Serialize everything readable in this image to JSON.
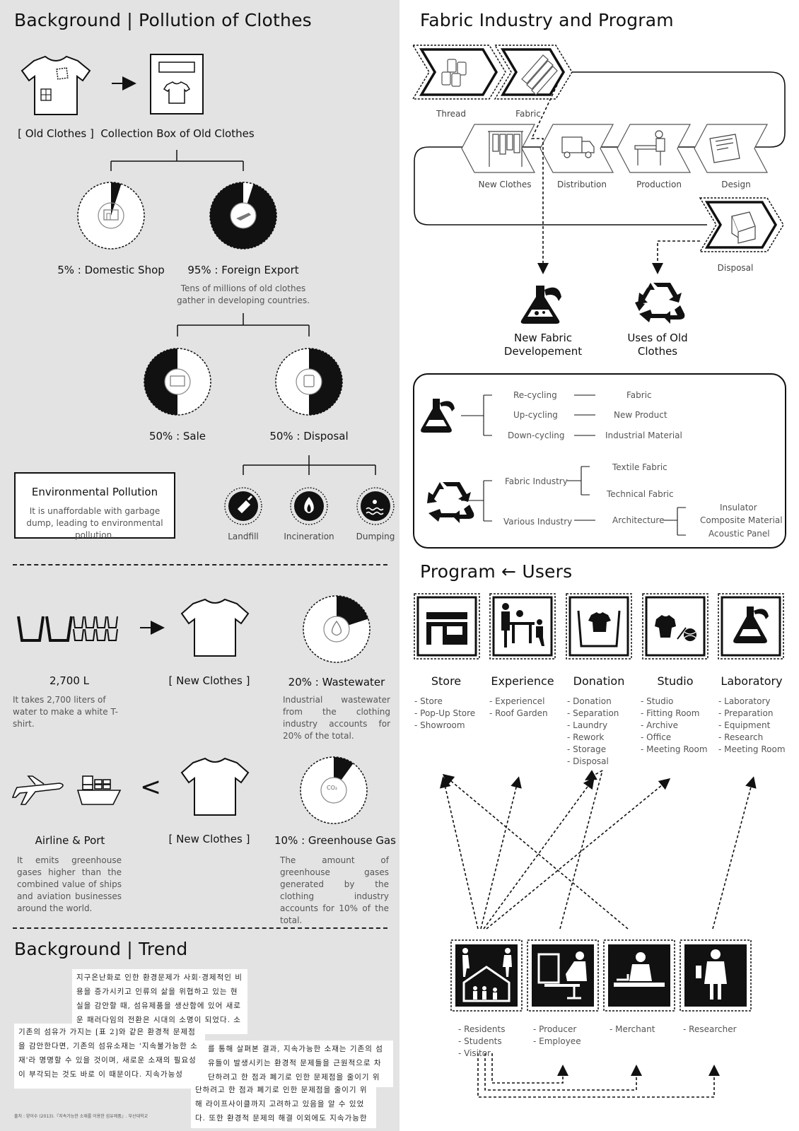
{
  "left": {
    "title": "Background | Pollution of Clothes",
    "old_clothes": "[ Old Clothes ]",
    "collection_box": "Collection Box of Old Clothes",
    "domestic": "5% : Domestic Shop",
    "export": "95% : Foreign Export",
    "export_desc": "Tens of millions of old clothes gather in developing countries.",
    "sale": "50% : Sale",
    "disposal": "50% : Disposal",
    "env_title": "Environmental Pollution",
    "env_desc": "It is unaffordable with garbage dump, leading to environmental pollution.",
    "landfill": "Landfill",
    "incineration": "Incineration",
    "dumping": "Dumping",
    "water_amount": "2,700 L",
    "water_desc": "It takes 2,700 liters of water to make a white T-shirt.",
    "new_clothes": "[ New Clothes ]",
    "wastewater": "20% : Wastewater",
    "wastewater_desc": "Industrial wastewater from the clothing industry accounts for 20% of the total.",
    "airline": "Airline & Port",
    "airline_desc": "It emits greenhouse gases higher than the combined value of ships and aviation businesses around the world.",
    "less_than": "<",
    "new_clothes_2": "[ New Clothes ]",
    "greenhouse": "10% : Greenhouse Gas",
    "greenhouse_desc": "The amount of greenhouse gases generated by the clothing industry accounts for 10% of the total.",
    "co2": "CO₂",
    "trend_title": "Background | Trend",
    "korean_1": "지구온난화로 인한 환경문제가 사회·경제적인 비용을 증가시키고 인류의 삶을 위협하고 있는 현실을 감안할 때, 섬유제품을 생산함에 있어 새로운 패러다임의 전환은 시대의 소명이 되었다. 소비적이고",
    "korean_2": "기존의 섬유가 가지는 [표 2]와 같은 환경적 문제점을 감안한다면, 기존의 섬유소재는 '지속불가능한 소재'라 명명할 수 있을 것이며, 새로운 소재의 필요성이 부각되는 것도 바로 이 때문이다. 지속가능성",
    "korean_3": "를 통해 살펴본 결과, 지속가능한 소재는 기존의 섬유들이 발생시키는 환경적 문제들을 근원적으로 차단하려고 한 점과 폐기로 인한 문제점을 줄이기 위",
    "korean_4": "단하려고 한 점과 폐기로 인한 문제점을 줄이기 위해 라이프사이클까지 고려하고 있음을 알 수 있었다. 또한 환경적 문제의 해결 이외에도 지속가능한",
    "source": "출처 : 양이수 (2013).『지속가능한 소재를 이용한 섬유제품』. 부산대학교"
  },
  "fabric": {
    "title": "Fabric Industry and Program",
    "thread": "Thread",
    "fabric": "Fabric",
    "new_clothes": "New Clothes",
    "distribution": "Distribution",
    "production": "Production",
    "design": "Design",
    "disposal": "Disposal",
    "new_fabric": "New Fabric Developement",
    "uses_old": "Uses of Old Clothes"
  },
  "tree": {
    "recycling": "Re-cycling",
    "upcycling": "Up-cycling",
    "downcycling": "Down-cycling",
    "fabric": "Fabric",
    "new_product": "New Product",
    "industrial": "Industrial Material",
    "fabric_industry": "Fabric Industry",
    "various": "Various Industry",
    "textile": "Textile Fabric",
    "technical": "Technical Fabric",
    "architecture": "Architecture",
    "insulator": "Insulator",
    "composite": "Composite Material",
    "acoustic": "Acoustic Panel"
  },
  "program": {
    "title": "Program ← Users",
    "items": [
      {
        "name": "Store",
        "list": "- Store\n- Pop-Up Store\n- Showroom"
      },
      {
        "name": "Experience",
        "list": "- Experiencel\n- Roof Garden"
      },
      {
        "name": "Donation",
        "list": "- Donation\n- Separation\n- Laundry\n- Rework\n- Storage\n- Disposal"
      },
      {
        "name": "Studio",
        "list": "- Studio\n- Fitting Room\n- Archive\n- Office\n- Meeting Room"
      },
      {
        "name": "Laboratory",
        "list": "- Laboratory\n- Preparation\n- Equipment\n- Research\n- Meeting Room"
      }
    ],
    "users": [
      {
        "list": "- Residents\n- Students\n- Visitor"
      },
      {
        "list": "- Producer\n- Employee"
      },
      {
        "list": "- Merchant"
      },
      {
        "list": "- Researcher"
      }
    ]
  }
}
